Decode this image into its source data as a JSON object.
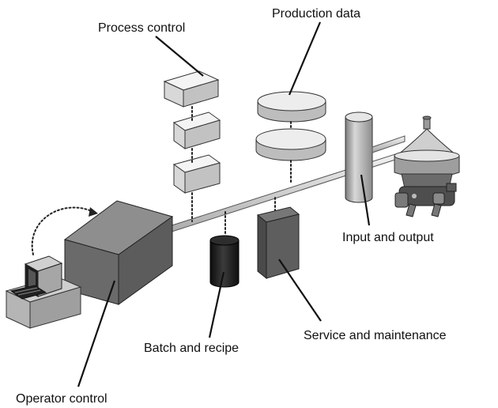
{
  "labels": {
    "process_control": "Process control",
    "production_data": "Production data",
    "input_output": "Input and output",
    "batch_recipe": "Batch and recipe",
    "service_maintenance": "Service and maintenance",
    "operator_control": "Operator control"
  }
}
